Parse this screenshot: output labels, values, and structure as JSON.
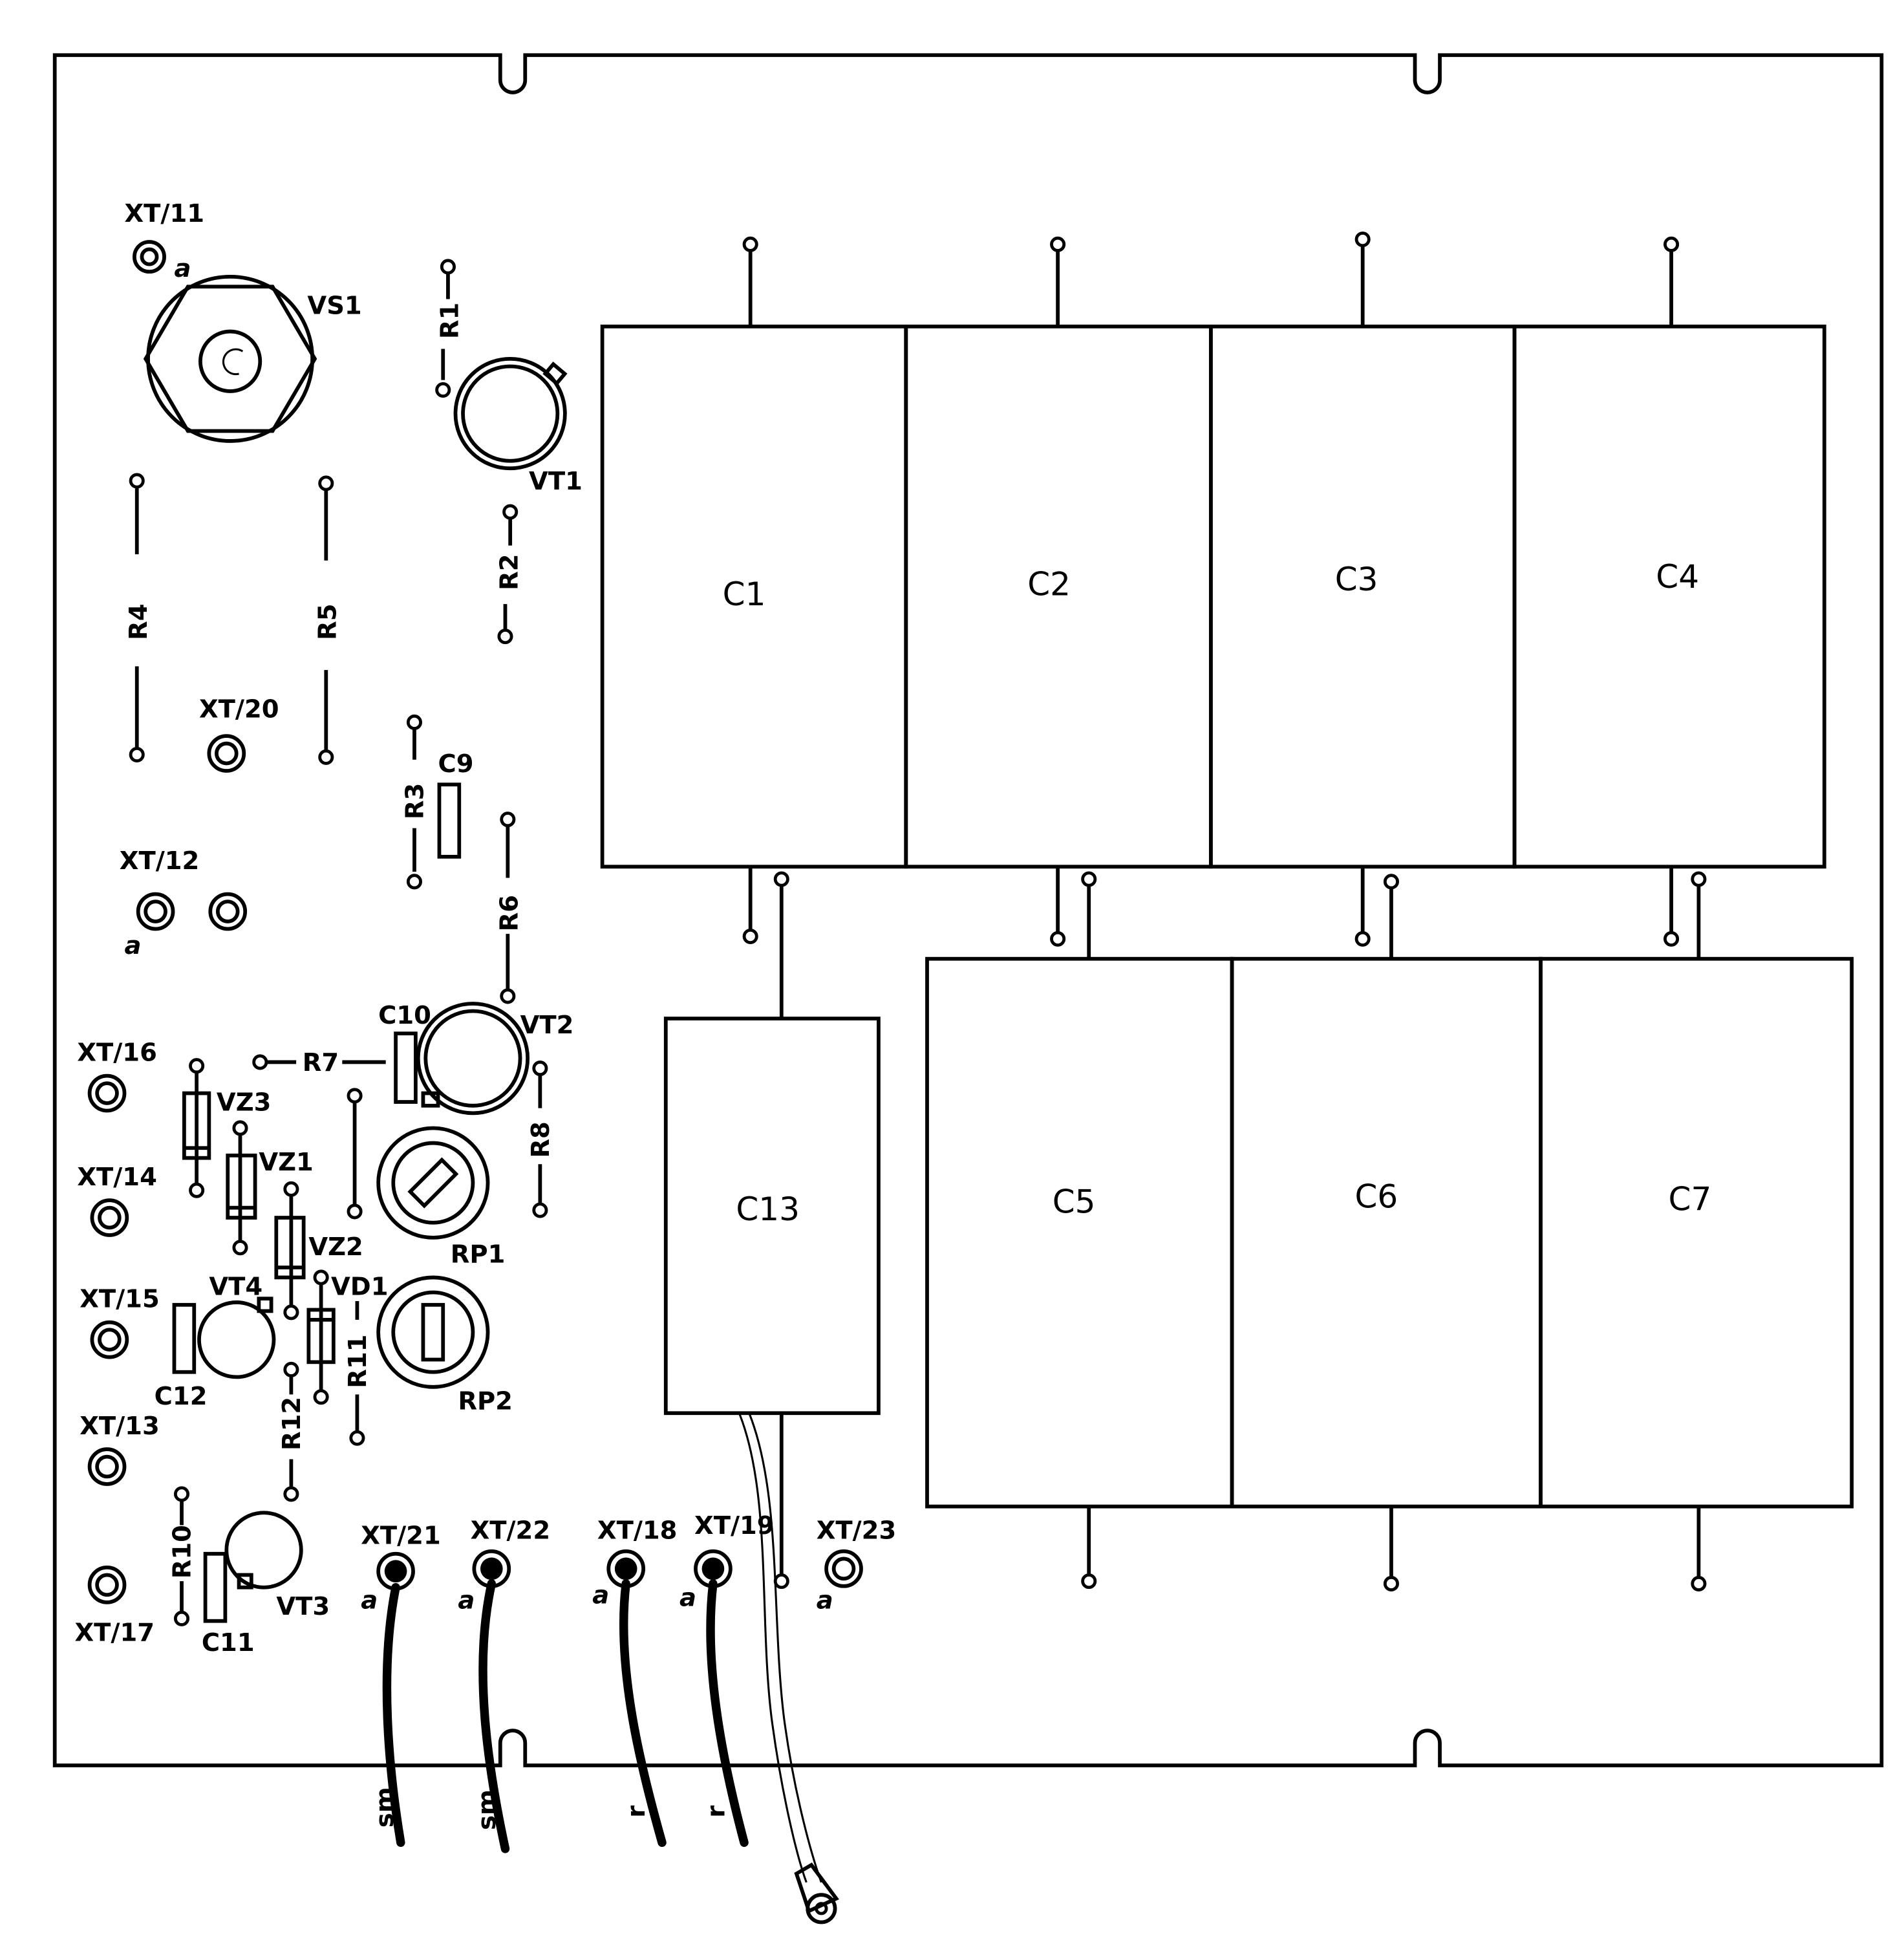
{
  "capacitors": {
    "c1": "C1",
    "c2": "C2",
    "c3": "C3",
    "c4": "C4",
    "c5": "C5",
    "c6": "C6",
    "c7": "C7",
    "c13": "C13"
  },
  "terminals": {
    "xt11": "XT/11",
    "xt20": "XT/20",
    "xt12": "XT/12",
    "xt16": "XT/16",
    "xt14": "XT/14",
    "xt15": "XT/15",
    "xt13": "XT/13",
    "xt17": "XT/17",
    "xt21": "XT/21",
    "xt22": "XT/22",
    "xt18": "XT/18",
    "xt19": "XT/19",
    "xt23": "XT/23"
  },
  "pin_marker": "a",
  "components": {
    "vs1": "VS1",
    "vt1": "VT1",
    "vt2": "VT2",
    "vt3": "VT3",
    "vt4": "VT4",
    "r1": "R1",
    "r2": "R2",
    "r3": "R3",
    "r4": "R4",
    "r5": "R5",
    "r6": "R6",
    "r7": "R7",
    "r8": "R8",
    "r10": "R10",
    "r11": "R11",
    "r12": "R12",
    "c9": "C9",
    "c10": "C10",
    "c11": "C11",
    "c12": "C12",
    "vz1": "VZ1",
    "vz2": "VZ2",
    "vz3": "VZ3",
    "vd1": "VD1",
    "rp1": "RP1",
    "rp2": "RP2"
  },
  "wires": {
    "w1": "sm",
    "w2": "sm",
    "w3": "r",
    "w4": "r"
  }
}
